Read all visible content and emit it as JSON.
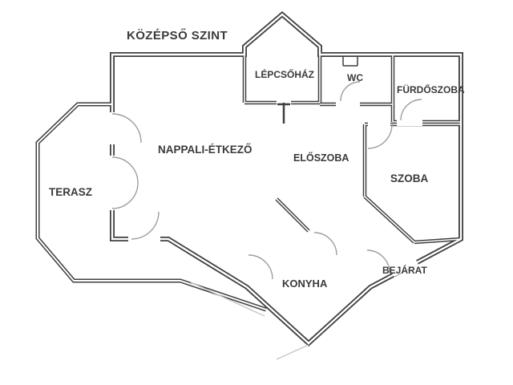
{
  "title": "KÖZÉPSŐ SZINT",
  "rooms": {
    "lepcsohaz": "LÉPCSŐHÁZ",
    "wc": "WC",
    "furdoszoba": "FÜRDŐSZOBA",
    "nappali_etkezo": "NAPPALI-ÉTKEZŐ",
    "eloszoba": "ELŐSZOBA",
    "szoba": "SZOBA",
    "terasz": "TERASZ",
    "konyha": "KONYHA",
    "bejarat": "BEJÁRAT"
  },
  "colors": {
    "wall": "#3f3f3f",
    "label_text": "#3a3a3a",
    "door_arc": "#9e9e9e",
    "background": "#ffffff"
  }
}
